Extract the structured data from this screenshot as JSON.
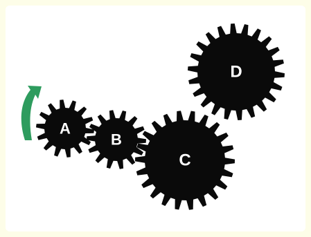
{
  "colors": {
    "background": "#fdfde8",
    "inner_panel": "#ffffff",
    "gear_fill": "#0a0a0a",
    "label_color": "#ffffff",
    "arrow_color": "#2e9c5e"
  },
  "gears": [
    {
      "id": "a",
      "label": "A"
    },
    {
      "id": "b",
      "label": "B"
    },
    {
      "id": "c",
      "label": "C"
    },
    {
      "id": "d",
      "label": "D"
    }
  ],
  "rotation_arrow": {
    "icon": "curved-arrow-icon",
    "gear": "A"
  }
}
